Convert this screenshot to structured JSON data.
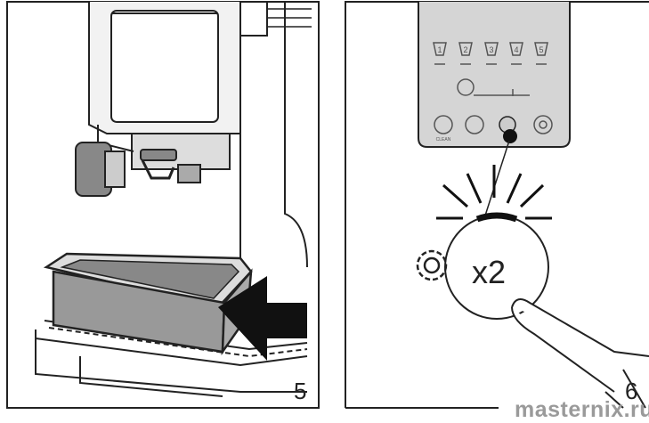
{
  "figures": [
    {
      "number": "5"
    },
    {
      "number": "6",
      "button_label": "x2",
      "panel": {
        "cup_labels": [
          "1",
          "2",
          "3",
          "4",
          "5"
        ],
        "clean_label": "CLEAN"
      }
    }
  ],
  "watermark": "masternix.ru"
}
